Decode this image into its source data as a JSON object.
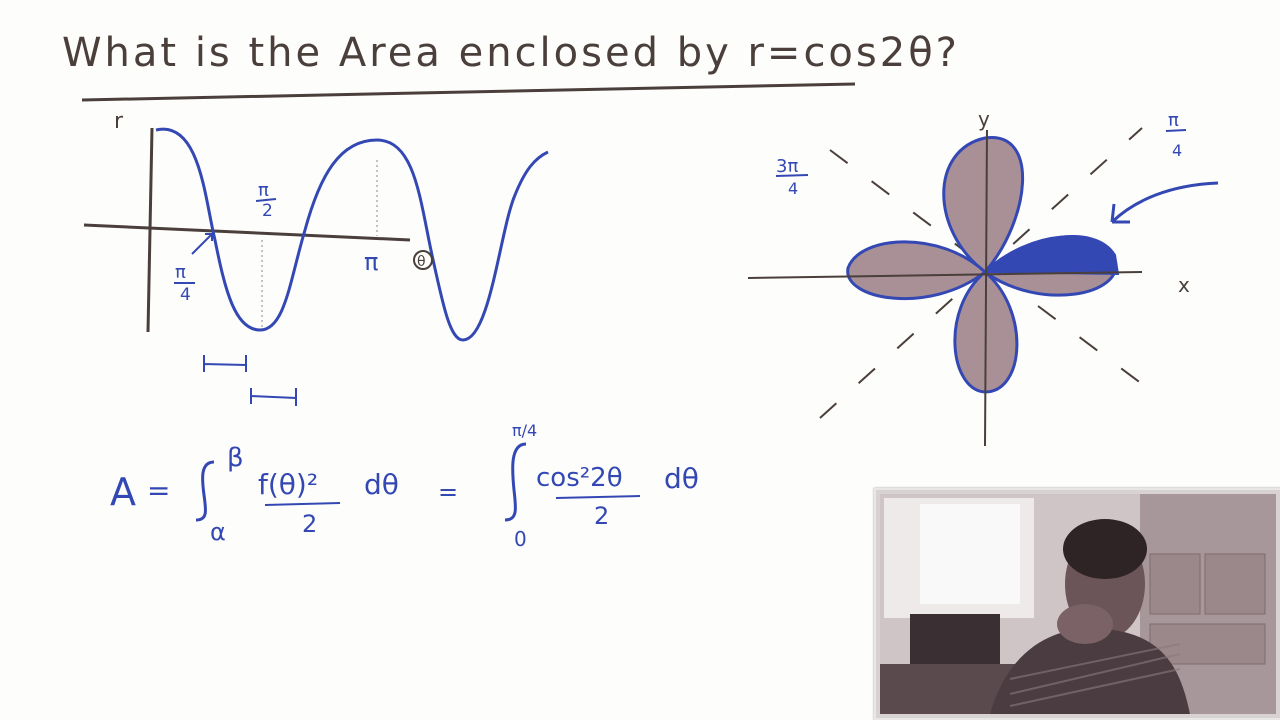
{
  "title": "What is the Area enclosed by r=cos2θ?",
  "cartesian_graph": {
    "r_label": "r",
    "theta_label": "θ",
    "tick_pi_over_2": {
      "num": "π",
      "den": "2"
    },
    "tick_pi_over_4": {
      "num": "π",
      "den": "4"
    },
    "tick_pi": "π"
  },
  "polar_graph": {
    "y_label": "y",
    "x_label": "x",
    "angle_pi_over_4": {
      "num": "π",
      "den": "4"
    },
    "angle_3pi_over_4": {
      "num": "3π",
      "den": "4"
    }
  },
  "formula": {
    "lhs": "A",
    "eq1": "=",
    "upper_limit_1": "β",
    "lower_limit_1": "α",
    "integrand_1_num": "f(θ)²",
    "integrand_1_den": "2",
    "dtheta_1": "dθ",
    "eq2": "=",
    "upper_limit_2": "π/4",
    "lower_limit_2": "0",
    "integrand_2_num": "cos²2θ",
    "integrand_2_den": "2",
    "dtheta_2": "dθ"
  },
  "colors": {
    "ink_dark": "#4a3f3a",
    "ink_blue": "#3448b4",
    "petal_fill": "#a99096",
    "shade_fill": "#3448b4"
  }
}
